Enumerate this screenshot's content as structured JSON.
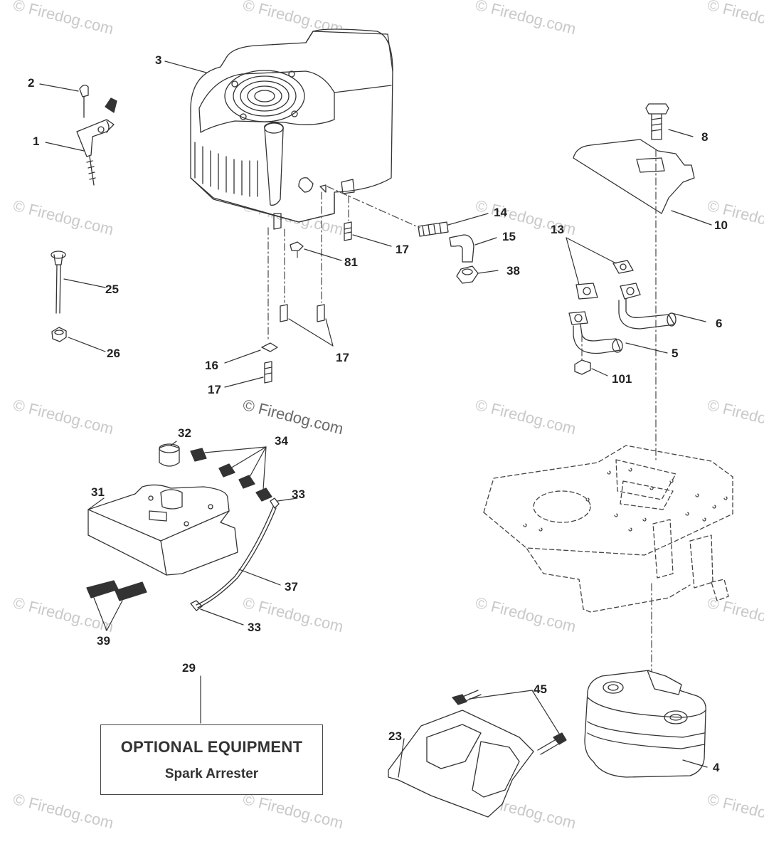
{
  "watermark": "© Firedog.com",
  "callouts": [
    {
      "id": "c1",
      "label": "1"
    },
    {
      "id": "c2",
      "label": "2"
    },
    {
      "id": "c3",
      "label": "3"
    },
    {
      "id": "c4",
      "label": "4"
    },
    {
      "id": "c5",
      "label": "5"
    },
    {
      "id": "c6",
      "label": "6"
    },
    {
      "id": "c8",
      "label": "8"
    },
    {
      "id": "c10",
      "label": "10"
    },
    {
      "id": "c13",
      "label": "13"
    },
    {
      "id": "c14",
      "label": "14"
    },
    {
      "id": "c15",
      "label": "15"
    },
    {
      "id": "c16",
      "label": "16"
    },
    {
      "id": "c17a",
      "label": "17"
    },
    {
      "id": "c17b",
      "label": "17"
    },
    {
      "id": "c17c",
      "label": "17"
    },
    {
      "id": "c23",
      "label": "23"
    },
    {
      "id": "c25",
      "label": "25"
    },
    {
      "id": "c26",
      "label": "26"
    },
    {
      "id": "c29",
      "label": "29"
    },
    {
      "id": "c31",
      "label": "31"
    },
    {
      "id": "c32",
      "label": "32"
    },
    {
      "id": "c33a",
      "label": "33"
    },
    {
      "id": "c33b",
      "label": "33"
    },
    {
      "id": "c34",
      "label": "34"
    },
    {
      "id": "c37",
      "label": "37"
    },
    {
      "id": "c38",
      "label": "38"
    },
    {
      "id": "c39",
      "label": "39"
    },
    {
      "id": "c45",
      "label": "45"
    },
    {
      "id": "c81",
      "label": "81"
    },
    {
      "id": "c101",
      "label": "101"
    }
  ],
  "optional_box": {
    "title": "OPTIONAL EQUIPMENT",
    "subtitle": "Spark Arrester"
  }
}
